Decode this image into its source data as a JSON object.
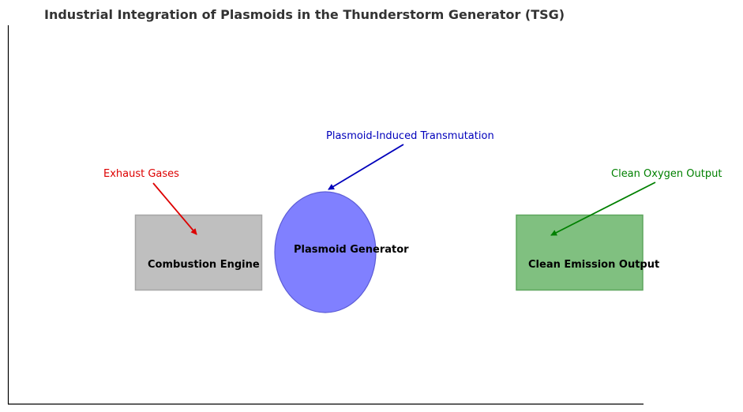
{
  "title": "Industrial Integration of Plasmoids in the Thunderstorm Generator (TSG)",
  "nodes": {
    "engine": {
      "label": "Combustion Engine",
      "fill": "#bfbfbf",
      "stroke": "#a6a6a6"
    },
    "generator": {
      "label": "Plasmoid Generator",
      "fill": "#8080ff",
      "stroke": "#5c5cd6"
    },
    "output": {
      "label": "Clean Emission Output",
      "fill": "#80c080",
      "stroke": "#5ea65e"
    }
  },
  "annotations": {
    "exhaust": {
      "label": "Exhaust Gases",
      "color": "#dd0000"
    },
    "transmutation": {
      "label": "Plasmoid-Induced Transmutation",
      "color": "#0000bb"
    },
    "oxygen": {
      "label": "Clean Oxygen Output",
      "color": "#008000"
    }
  },
  "axes": {
    "color": "#000000"
  }
}
